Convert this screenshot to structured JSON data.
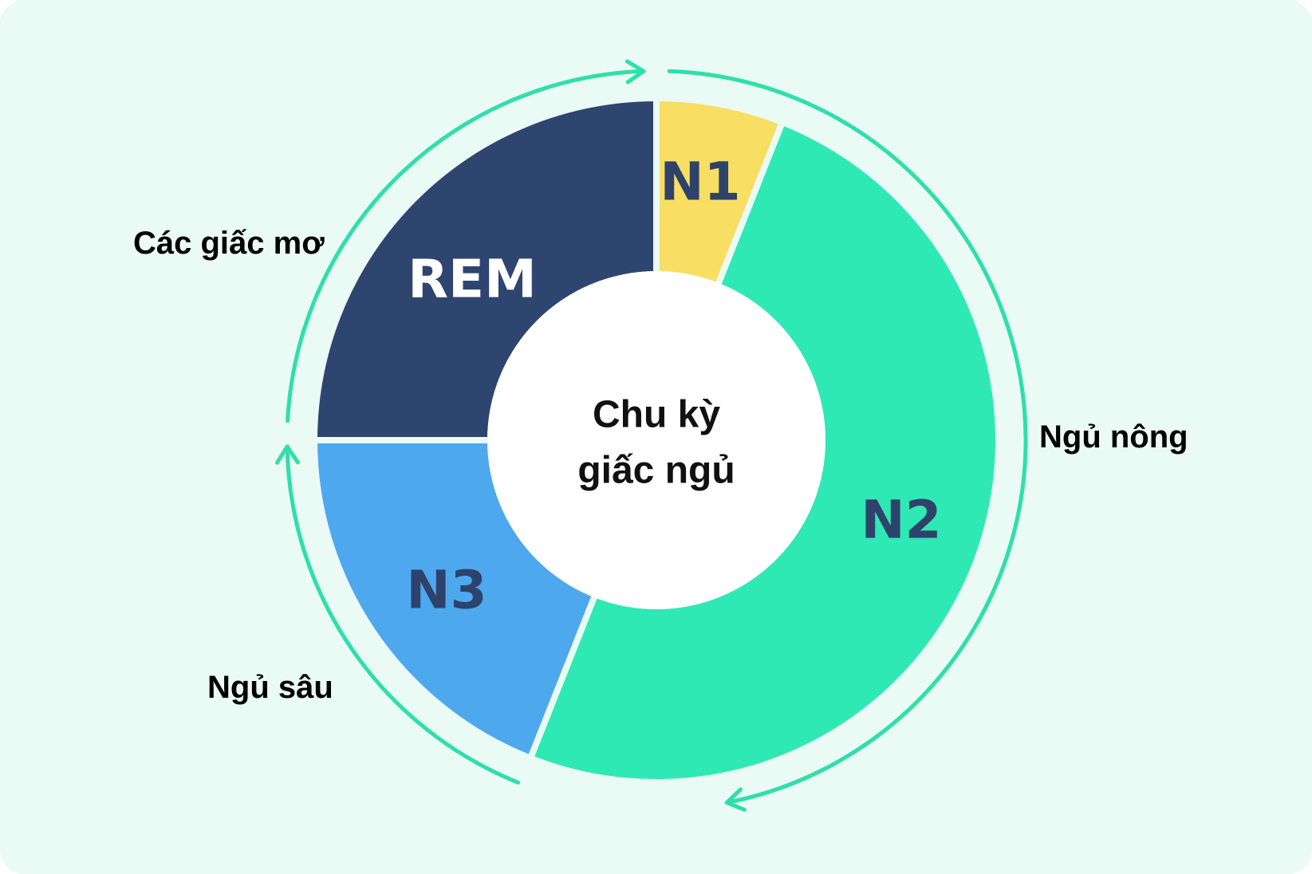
{
  "center": {
    "line1": "Chu kỳ",
    "line2": "giấc ngủ"
  },
  "stages": [
    {
      "key": "n1",
      "label": "N1",
      "share": 0.06,
      "color": "#F8DE63",
      "label_color": "#2D436B"
    },
    {
      "key": "n2",
      "label": "N2",
      "share": 0.5,
      "color": "#2EE9B4",
      "label_color": "#2D436B"
    },
    {
      "key": "n3",
      "label": "N3",
      "share": 0.19,
      "color": "#4EA8EE",
      "label_color": "#2D436B"
    },
    {
      "key": "rem",
      "label": "REM",
      "share": 0.25,
      "color": "#2E4570",
      "label_color": "#FFFFFF"
    }
  ],
  "phases": {
    "dreams": "Các giấc mơ",
    "light_sleep": "Ngủ nông",
    "deep_sleep": "Ngủ sâu"
  },
  "colors": {
    "background": "#EAFAF4",
    "cycle_arrow": "#2EE0A8",
    "gap": "#EAFAF4",
    "hole": "#FFFFFF"
  }
}
